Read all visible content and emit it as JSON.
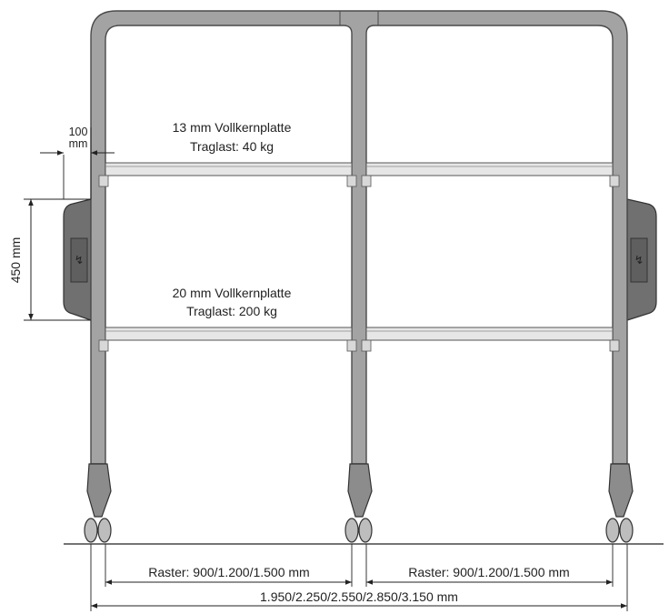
{
  "shelf_top": {
    "line1": "13 mm Vollkernplatte",
    "line2": "Traglast: 40 kg"
  },
  "shelf_bottom": {
    "line1": "20 mm Vollkernplatte",
    "line2": "Traglast: 200 kg"
  },
  "dim_offset": {
    "line1": "100",
    "line2": "mm"
  },
  "dim_height": "450 mm",
  "dim_raster_left": "Raster: 900/1.200/1.500 mm",
  "dim_raster_right": "Raster: 900/1.200/1.500 mm",
  "dim_total": "1.950/2.250/2.550/2.850/3.150 mm",
  "colors": {
    "frame": "#a3a3a3",
    "frame_stroke": "#4a4a4a",
    "shelf": "#e6e6e6",
    "bin": "#6f6f6f",
    "caster": "#bdbdbd"
  }
}
